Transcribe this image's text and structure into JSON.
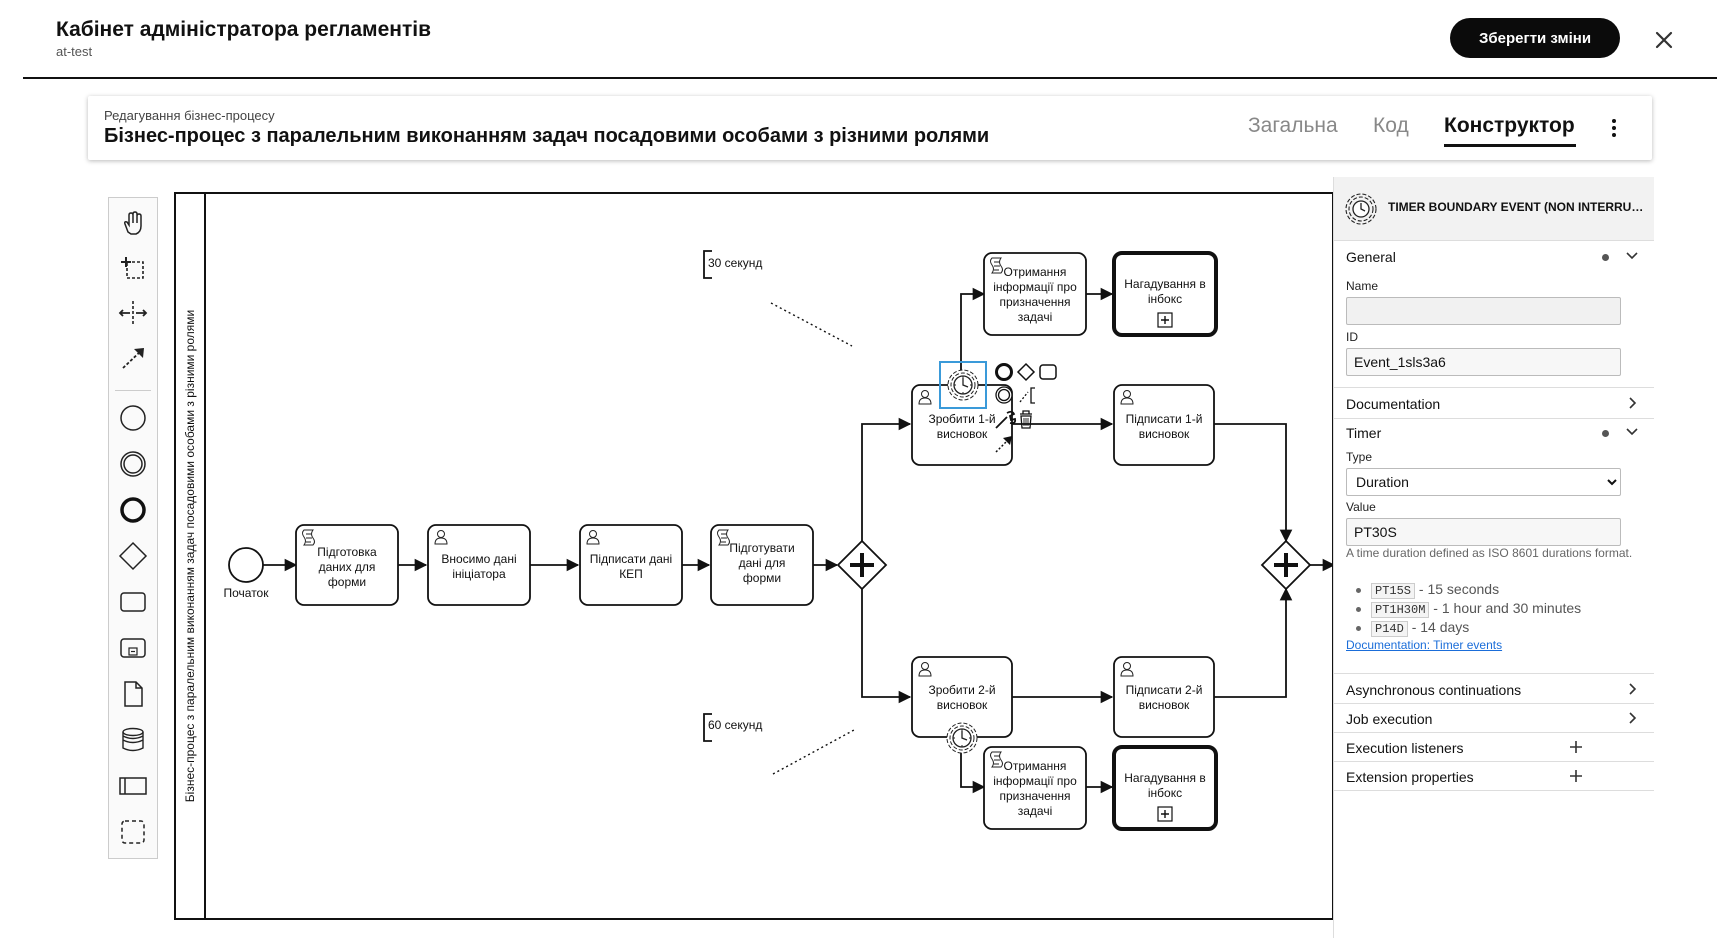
{
  "app": {
    "title": "Кабінет адміністратора регламентів",
    "subtitle": "at-test",
    "save_label": "Зберегти зміни"
  },
  "editor": {
    "breadcrumb": "Редагування бізнес-процесу",
    "title": "Бізнес-процес з паралельним виконанням задач посадовими особами з різними ролями",
    "tabs": [
      {
        "label": "Загальна",
        "active": false
      },
      {
        "label": "Код",
        "active": false
      },
      {
        "label": "Конструктор",
        "active": true
      }
    ]
  },
  "toolbox": {
    "tools": [
      "hand-tool",
      "lasso-tool",
      "space-tool",
      "global-connect-tool",
      "start-event",
      "intermediate-event",
      "end-event",
      "gateway",
      "task",
      "subprocess",
      "data-object",
      "data-store",
      "pool",
      "group"
    ]
  },
  "diagram": {
    "pool_label": "Бізнес-процес з паралельним виконанням задач посадовими особами з різними ролями",
    "start_label": "Початок",
    "tasks": {
      "prepare_form": [
        "Підготовка",
        "даних для",
        "форми"
      ],
      "enter_data": [
        "Вносимо дані",
        "ініціатора"
      ],
      "sign_kep": [
        "Підписати дані",
        "КЕП"
      ],
      "prepare_data": [
        "Підготувати",
        "дані для",
        "форми"
      ],
      "make1": [
        "Зробити 1-й",
        "висновок"
      ],
      "sign1": [
        "Підписати 1-й",
        "висновок"
      ],
      "make2": [
        "Зробити 2-й",
        "висновок"
      ],
      "sign2": [
        "Підписати 2-й",
        "висновок"
      ],
      "info1": [
        "Отримання",
        "інформації про",
        "призначення",
        "задачі"
      ],
      "remind1": [
        "Нагадування в",
        "інбокс"
      ],
      "info2": [
        "Отримання",
        "інформації про",
        "призначення",
        "задачі"
      ],
      "remind2": [
        "Нагадування в",
        "інбокс"
      ]
    },
    "annotation_top": "30 секунд",
    "annotation_bottom": "60 секунд"
  },
  "properties": {
    "header_title": "TIMER BOUNDARY EVENT (NON INTERRUPTING)",
    "general": {
      "label": "General",
      "name_label": "Name",
      "name_value": "",
      "id_label": "ID",
      "id_value": "Event_1sls3a6"
    },
    "documentation_label": "Documentation",
    "timer": {
      "label": "Timer",
      "type_label": "Type",
      "type_value": "Duration",
      "value_label": "Value",
      "value": "PT30S",
      "description": "A time duration defined as ISO 8601 durations format.",
      "examples": [
        {
          "code": "PT15S",
          "text": " - 15 seconds"
        },
        {
          "code": "PT1H30M",
          "text": " - 1 hour and 30 minutes"
        },
        {
          "code": "P14D",
          "text": " - 14 days"
        }
      ],
      "doc_link": "Documentation: Timer events"
    },
    "async_label": "Asynchronous continuations",
    "job_label": "Job execution",
    "exec_listeners_label": "Execution listeners",
    "ext_props_label": "Extension properties"
  },
  "colors": {
    "accent": "#1a6dd9",
    "selection": "#3a9ad9",
    "primary_button": "#0b0b0b"
  }
}
